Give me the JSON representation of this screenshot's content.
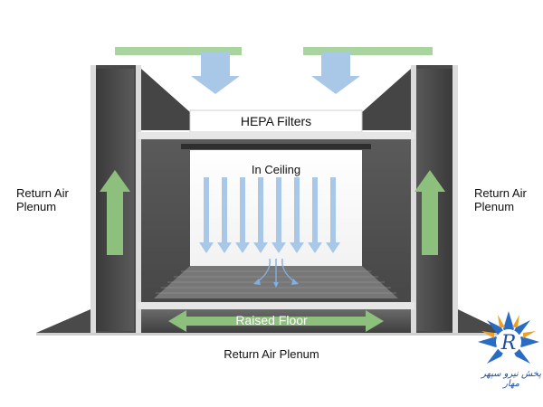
{
  "labels": {
    "hepa": "HEPA Filters",
    "ceiling": "In Ceiling",
    "raised_floor": "Raised Floor",
    "return_left": [
      "Return Air",
      "Plenum"
    ],
    "return_right": [
      "Return Air",
      "Plenum"
    ],
    "return_bottom": "Return Air Plenum"
  },
  "logo": {
    "letter": "R",
    "script": "پخش نیرو سپهر مهار"
  },
  "colors": {
    "wall": "#4a4a4a",
    "wall_dark": "#3c3c3c",
    "room": "#595959",
    "green_bar": "#a9d4a0",
    "blue_arrow": "#a9c8e8",
    "green_arrow": "#8dbf7d",
    "logo_blue": "#1f4f9c"
  },
  "icons": [
    "green-up-arrow-icon",
    "blue-down-arrow-icon",
    "double-arrow-icon",
    "airflow-arrow-icon",
    "logo-icon"
  ]
}
